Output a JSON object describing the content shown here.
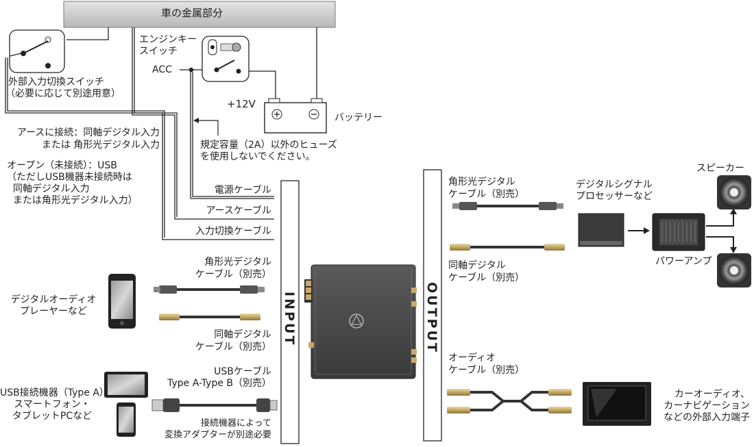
{
  "car_metal": "車の金属部分",
  "engine_key_switch": [
    "エンジンキー",
    "スイッチ"
  ],
  "acc": "ACC",
  "plus12v": "+12V",
  "battery": "バッテリー",
  "ext_switch": [
    "外部入力切換スイッチ",
    "（必要に応じて別途用意）"
  ],
  "fuse_note": [
    "規定容量（2A）以外のヒューズ",
    "を使用しないでください。"
  ],
  "earth_note": [
    "アースに接続：同軸デジタル入力",
    "または 角形光デジタル入力"
  ],
  "open_note": [
    "オープン（未接続）：USB",
    "（ただしUSB機器未接続時は",
    "  同軸デジタル入力",
    "  または角形光デジタル入力）"
  ],
  "power_cable": "電源ケーブル",
  "earth_cable": "アースケーブル",
  "input_switch_cable": "入力切換ケーブル",
  "input_label": "INPUT",
  "output_label": "OUTPUT",
  "in_optical": [
    "角形光デジタル",
    "ケーブル（別売）"
  ],
  "in_coax": [
    "同軸デジタル",
    "ケーブル（別売）"
  ],
  "digital_player": [
    "デジタルオーディオ",
    "プレーヤーなど"
  ],
  "usb_cable": [
    "USBケーブル",
    "Type A-Type B（別売）"
  ],
  "usb_device": [
    "USB接続機器（Type A）",
    "スマートフォン・",
    "タブレットPCなど"
  ],
  "adapter_note": [
    "接続機器によって",
    "変換アダプターが別途必要"
  ],
  "out_optical": [
    "角形光デジタル",
    "ケーブル（別売）"
  ],
  "out_coax": [
    "同軸デジタル",
    "ケーブル（別売）"
  ],
  "dsp": [
    "デジタルシグナル",
    "プロセッサーなど"
  ],
  "power_amp": "パワーアンプ",
  "speaker": "スピーカー",
  "audio_cable": [
    "オーディオ",
    "ケーブル（別売）"
  ],
  "car_audio": [
    "カーオーディオ、",
    "カーナビゲーション",
    "などの外部入力端子"
  ]
}
